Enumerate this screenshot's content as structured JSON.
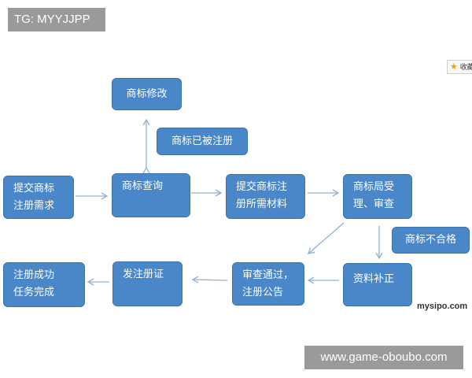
{
  "watermark_top": "TG: MYYJJPP",
  "watermark_bottom": "www.game-oboubo.com",
  "site_mark": "mysipo.com",
  "favorite_label": "收藏",
  "colors": {
    "node_fill": "#4a87c9",
    "node_border": "#3c73ad",
    "arrow": "#8fb2d6",
    "watermark_bg": "#9a9a9a"
  },
  "nodes": {
    "modify": "商标修改",
    "registered": "商标已被注册",
    "submit_req": "提交商标\n注册需求",
    "query": "商标查询",
    "submit_mat": "提交商标注\n册所需材料",
    "accept": "商标局受\n理、审查",
    "fail": "商标不合格",
    "supplement": "资料补正",
    "passed": "审查通过，\n注册公告",
    "issue": "发注册证",
    "success": "注册成功\n任务完成"
  }
}
